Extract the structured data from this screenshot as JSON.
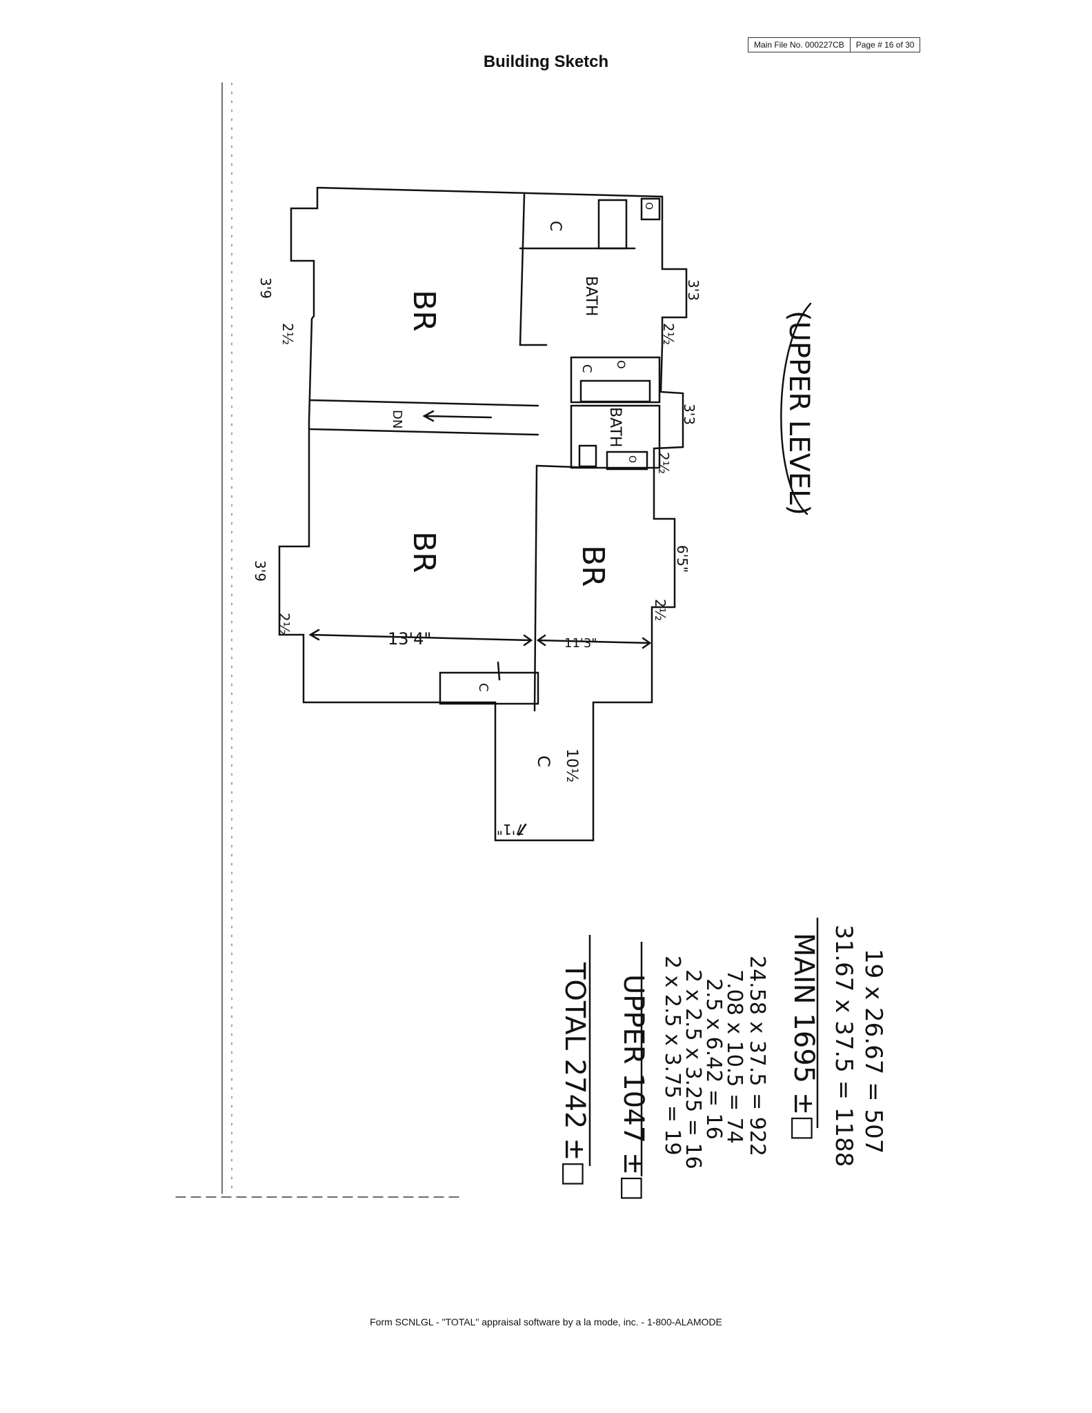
{
  "header": {
    "main_file_no": "Main File No. 000227CB",
    "page": "Page # 16 of 30",
    "title": "Building Sketch"
  },
  "sketch": {
    "level_label": "(UPPER LEVEL)",
    "rooms": {
      "bedroom_top": "BR",
      "bedroom_middle": "BR",
      "bedroom_right": "BR",
      "bath_top": "BATH",
      "bath_center": "BATH",
      "closet_top": "C",
      "closet_center": "C",
      "closet_bottom_small": "C",
      "closet_bottom_large": "C",
      "stairs": "DN"
    },
    "fixtures": {
      "toilet_top": "O",
      "toilet_center": "O",
      "toilet_lower": "O"
    },
    "dimensions": {
      "left_upper_width": "3'9",
      "left_upper_offset": "2½",
      "left_lower_width": "3'9",
      "left_lower_offset": "2½",
      "right_top_width": "3'3",
      "right_top_offset": "2½",
      "right_mid_width": "3'3",
      "right_mid_offset": "2½",
      "right_lower_width": "6'5\"",
      "right_lower_offset": "2½",
      "room_width_left": "13'4\"",
      "room_width_right": "11'3\"",
      "annex_height": "10½",
      "annex_width": "7'1\""
    }
  },
  "calculations": {
    "lines": [
      "19 x 26.67 = 507",
      "31.67 x 37.5 = 1188",
      "MAIN 1695 ±□",
      "24.58 x 37.5 = 922",
      "7.08 x 10.5 = 74",
      "2.5 x 6.42 = 16",
      "2 x 2.5 x 3.25 = 16",
      "2 x 2.5 x 3.75 = 19",
      "UPPER 1047 ±□",
      "TOTAL 2742 ±□"
    ]
  },
  "footer": {
    "text": "Form SCNLGL - \"TOTAL\" appraisal software by a la mode, inc. - 1-800-ALAMODE"
  }
}
